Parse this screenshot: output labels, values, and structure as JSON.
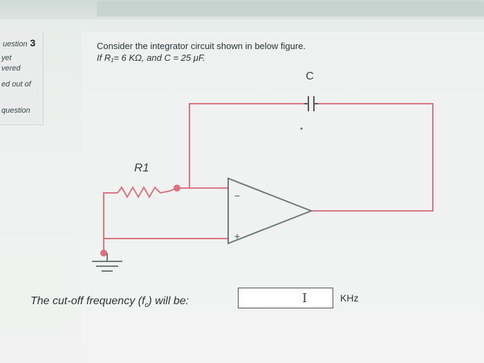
{
  "sidebar": {
    "question_label": "uestion",
    "question_number": "3",
    "status_line1": "yet",
    "status_line2": "vered",
    "marks_text": "ed out of",
    "flag_text": "question"
  },
  "question": {
    "line1": "Consider the integrator circuit shown in below figure.",
    "line2": "If R₁= 6 KΩ,  and C = 25 μF."
  },
  "circuit": {
    "resistor_label": "R1",
    "capacitor_label": "C",
    "noninverting_symbol": "+",
    "inverting_symbol": "−",
    "wire_color": "#d9737f"
  },
  "answer": {
    "label": "The cut-off frequency (f",
    "label_sub": "c",
    "label_end": ") will be:",
    "value": "",
    "unit": "KHz"
  }
}
